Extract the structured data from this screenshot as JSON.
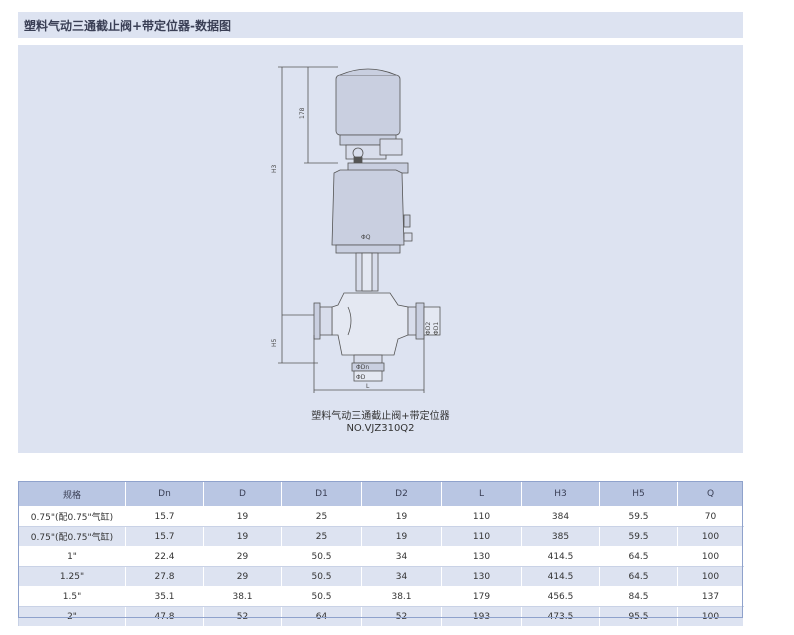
{
  "header": {
    "title": "塑料气动三通截止阀+带定位器-数据图"
  },
  "diagram": {
    "caption_line1": "塑料气动三通截止阀+带定位器",
    "caption_line2": "NO.VJZ310Q2",
    "labels": {
      "h3": "H3",
      "h5": "H5",
      "l": "L",
      "dim178": "178",
      "q": "ΦQ",
      "d": "ΦD",
      "d1": "ΦD1",
      "d2": "ΦD2",
      "dn": "ΦDn"
    }
  },
  "table": {
    "headers": [
      "规格",
      "Dn",
      "D",
      "D1",
      "D2",
      "L",
      "H3",
      "H5",
      "Q"
    ],
    "rows": [
      [
        "0.75\"(配0.75\"气缸)",
        "15.7",
        "19",
        "25",
        "19",
        "110",
        "384",
        "59.5",
        "70"
      ],
      [
        "0.75\"(配0.75\"气缸)",
        "15.7",
        "19",
        "25",
        "19",
        "110",
        "385",
        "59.5",
        "100"
      ],
      [
        "1\"",
        "22.4",
        "29",
        "50.5",
        "34",
        "130",
        "414.5",
        "64.5",
        "100"
      ],
      [
        "1.25\"",
        "27.8",
        "29",
        "50.5",
        "34",
        "130",
        "414.5",
        "64.5",
        "100"
      ],
      [
        "1.5\"",
        "35.1",
        "38.1",
        "50.5",
        "38.1",
        "179",
        "456.5",
        "84.5",
        "137"
      ],
      [
        "2\"",
        "47.8",
        "52",
        "64",
        "52",
        "193",
        "473.5",
        "95.5",
        "100"
      ]
    ]
  }
}
